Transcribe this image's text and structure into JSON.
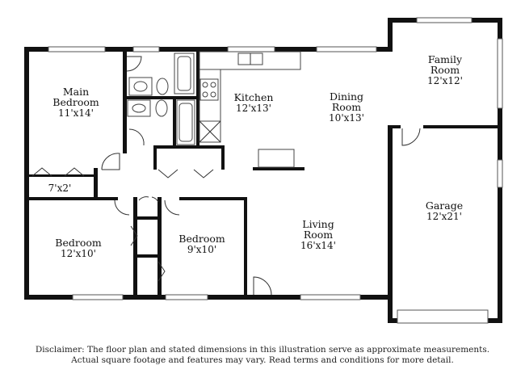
{
  "rooms": {
    "main_bedroom": {
      "name_line1": "Main",
      "name_line2": "Bedroom",
      "dims": "11'x14'"
    },
    "kitchen": {
      "name": "Kitchen",
      "dims": "12'x13'"
    },
    "dining_room": {
      "name_line1": "Dining",
      "name_line2": "Room",
      "dims": "10'x13'"
    },
    "family_room": {
      "name_line1": "Family",
      "name_line2": "Room",
      "dims": "12'x12'"
    },
    "closet": {
      "dims": "7'x2'"
    },
    "bedroom_left": {
      "name": "Bedroom",
      "dims": "12'x10'"
    },
    "bedroom_right": {
      "name": "Bedroom",
      "dims": "9'x10'"
    },
    "living_room": {
      "name_line1": "Living",
      "name_line2": "Room",
      "dims": "16'x14'"
    },
    "garage": {
      "name": "Garage",
      "dims": "12'x21'"
    }
  },
  "disclaimer": {
    "line1": "Disclaimer: The floor plan and stated dimensions in this illustration serve as approximate measurements.",
    "line2": "Actual square footage and features may vary. Read terms and conditions for more detail."
  }
}
